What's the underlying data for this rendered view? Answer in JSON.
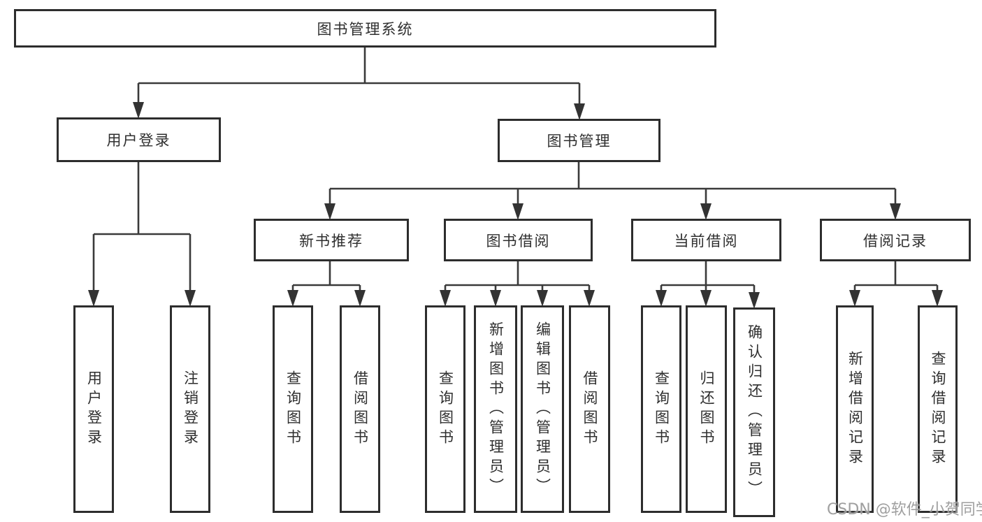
{
  "tree": {
    "root": {
      "label": "图书管理系统",
      "children": [
        {
          "label": "用户登录",
          "children": [
            {
              "label": "用户登录"
            },
            {
              "label": "注销登录"
            }
          ]
        },
        {
          "label": "图书管理",
          "children": [
            {
              "label": "新书推荐",
              "children": [
                {
                  "label": "查询图书"
                },
                {
                  "label": "借阅图书"
                }
              ]
            },
            {
              "label": "图书借阅",
              "children": [
                {
                  "label": "查询图书"
                },
                {
                  "label": "新增图书（管理员）"
                },
                {
                  "label": "编辑图书（管理员）"
                },
                {
                  "label": "借阅图书"
                }
              ]
            },
            {
              "label": "当前借阅",
              "children": [
                {
                  "label": "查询图书"
                },
                {
                  "label": "归还图书"
                },
                {
                  "label": "确认归还（管理员）"
                }
              ]
            },
            {
              "label": "借阅记录",
              "children": [
                {
                  "label": "新增借阅记录"
                },
                {
                  "label": "查询借阅记录"
                }
              ]
            }
          ]
        }
      ]
    }
  },
  "watermark": {
    "text": "CSDN @软件_小贺同学"
  },
  "colors": {
    "line": "#3a3a3a",
    "box_border": "#2d2d2d",
    "box_fill": "#ffffff",
    "text": "#2f2f2f",
    "watermark": "#9a9a9a",
    "background": "#ffffff"
  }
}
